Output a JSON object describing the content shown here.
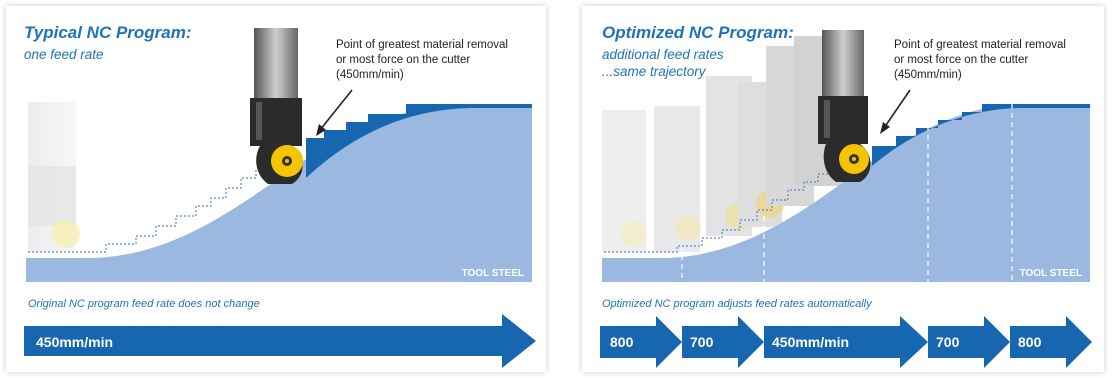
{
  "left": {
    "title": "Typical NC Program:",
    "subtitle": "one feed rate",
    "callout": [
      "Point of greatest material removal",
      "or most force on the cutter",
      "(450mm/min)"
    ],
    "material_label": "TOOL STEEL",
    "footer": "Original NC program feed rate does not change",
    "arrows": [
      "450mm/min"
    ]
  },
  "right": {
    "title": "Optimized NC Program:",
    "subtitle": [
      "additional feed rates",
      "...same trajectory"
    ],
    "callout": [
      "Point of greatest material removal",
      "or most force on the cutter",
      "(450mm/min)"
    ],
    "material_label": "TOOL STEEL",
    "footer": "Optimized NC program adjusts feed rates automatically",
    "arrows": [
      "800",
      "700",
      "450mm/min",
      "700",
      "800"
    ]
  },
  "colors": {
    "accent_blue": "#1f73b8",
    "material": "#9bb8e0",
    "arrow_blue": "#1766b0",
    "insert_yellow": "#f5c400",
    "tool_dark": "#2b2b2b"
  }
}
